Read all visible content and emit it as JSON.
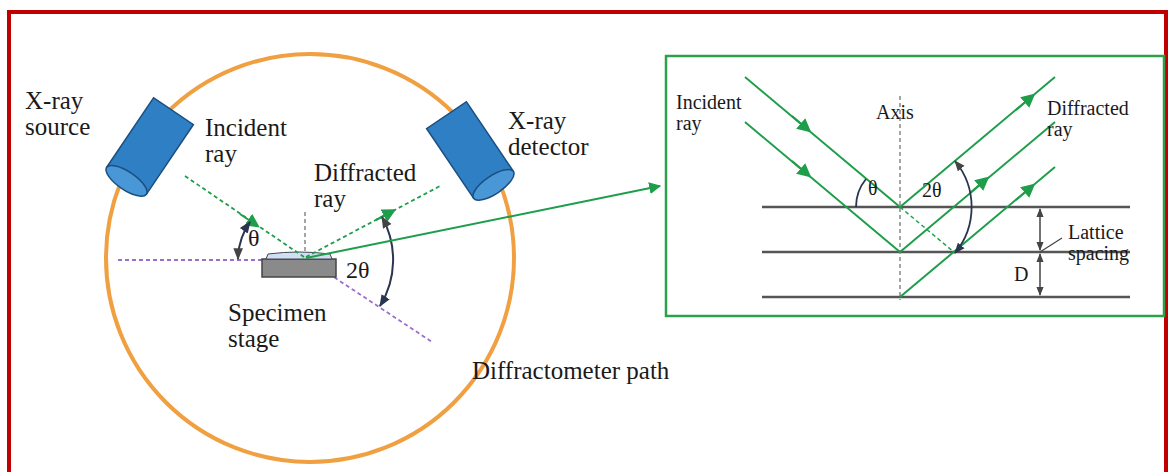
{
  "diagram": {
    "labels": [
      "X-ray source",
      "Incident ray",
      "θ",
      "Diffracted ray",
      "X-ray detector",
      "2θ",
      "Specimen stage",
      "Diffractometer path",
      "Incident ray",
      "Axis",
      "θ",
      "2θ",
      "Diffracted ray",
      "Lattice spacing",
      "D"
    ]
  }
}
